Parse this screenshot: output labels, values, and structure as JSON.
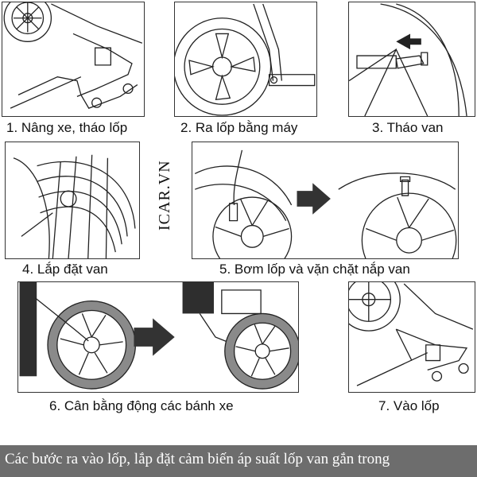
{
  "steps": [
    {
      "label": "1. Nâng xe, tháo lốp"
    },
    {
      "label": "2. Ra lốp bằng máy"
    },
    {
      "label": "3. Tháo van"
    },
    {
      "label": "4. Lắp đặt van"
    },
    {
      "label": "5. Bơm lốp và vặn chặt nắp van"
    },
    {
      "label": "6. Cân bằng động các bánh xe"
    },
    {
      "label": "7. Vào lốp"
    }
  ],
  "watermark": "ICAR.VN",
  "footer": {
    "text": "Các bước ra vào lốp, lắp đặt cảm biến áp suất lốp van gắn trong"
  },
  "colors": {
    "footer_bg": "#6d6d6d",
    "arrow": "#333333",
    "tire": "#8a8a8a"
  }
}
